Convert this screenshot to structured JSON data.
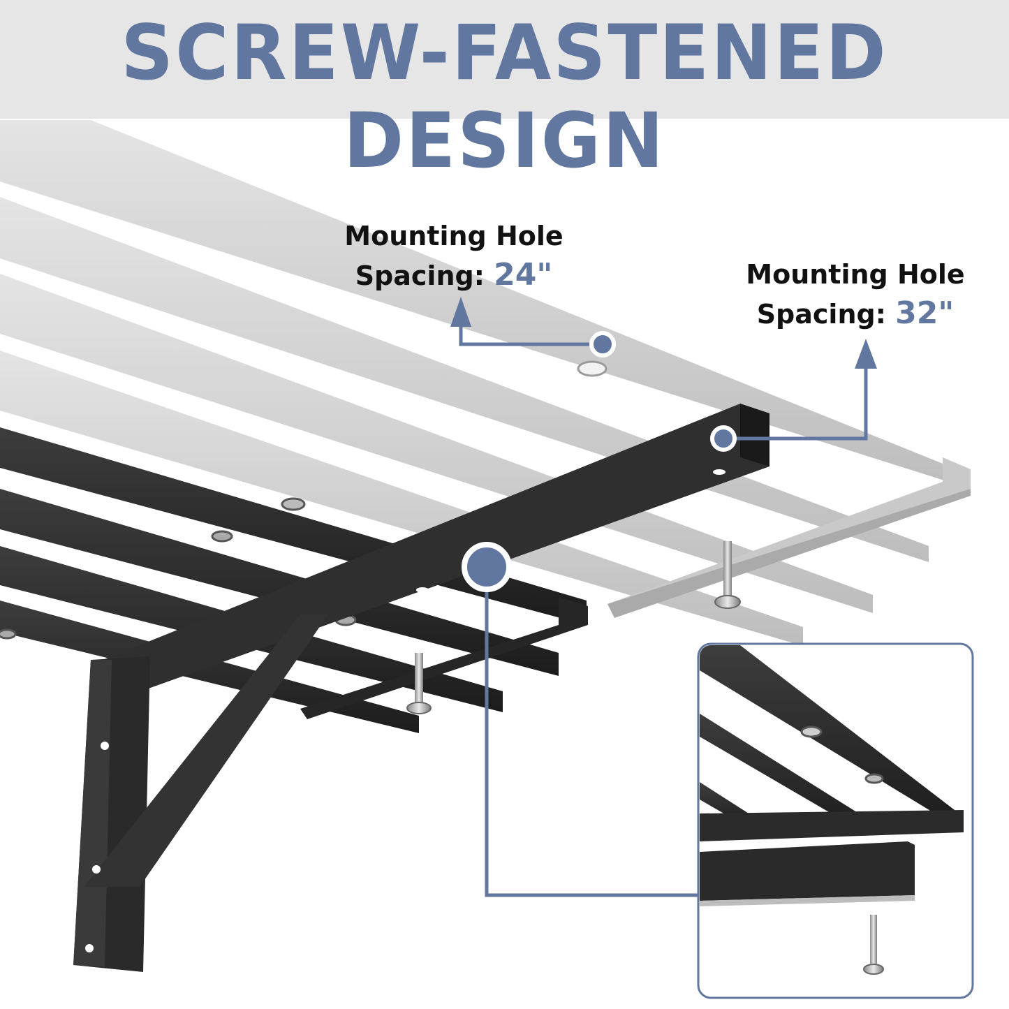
{
  "headline": "SCREW-FASTENED DESIGN",
  "callouts": [
    {
      "line1": "Mounting Hole",
      "line2_label": "Spacing:",
      "line2_value": "24\""
    },
    {
      "line1": "Mounting Hole",
      "line2_label": "Spacing:",
      "line2_value": "32\""
    }
  ],
  "colors": {
    "accent": "#61779f",
    "banner": "#e6e6e6",
    "black_steel": "#2b2b2b",
    "silver_steel": "#d2d2d2"
  }
}
